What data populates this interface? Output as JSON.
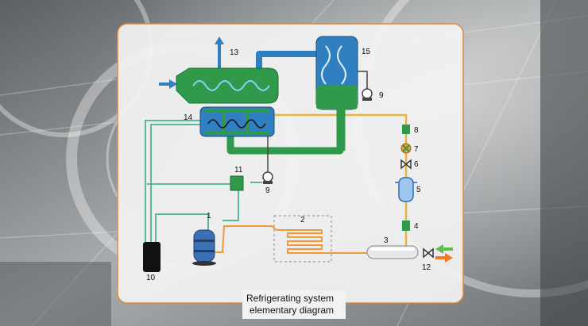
{
  "caption": {
    "line1": "Refrigerating system",
    "line2": "elementary diagram"
  },
  "component_numbers": [
    "1",
    "2",
    "3",
    "4",
    "5",
    "6",
    "7",
    "8",
    "9",
    "9",
    "10",
    "11",
    "12",
    "13",
    "14",
    "15"
  ],
  "colors": {
    "frame": "#e08a3a",
    "panel": "#f2f2f2",
    "green_pipe": "#2e9a4a",
    "green_line": "#5bb89a",
    "blue_pipe": "#2f7fc1",
    "orange_pipe": "#f29a3a",
    "yellow_pipe": "#e2b640",
    "receiver_black": "#111111",
    "arrow_green": "#5cc14a",
    "arrow_orange": "#f07a2a"
  },
  "icons": [
    "inlet-arrow-icon",
    "outlet-arrow-icon",
    "green-inlet-arrow-icon",
    "orange-outlet-arrow-icon",
    "valve-icon"
  ]
}
